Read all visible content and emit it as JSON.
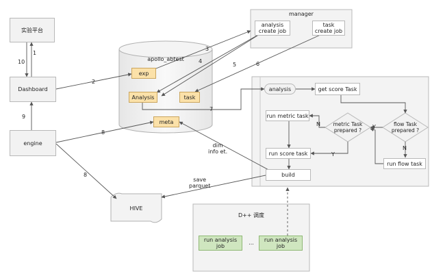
{
  "nodes": {
    "platform": "实验平台",
    "dashboard": "Dashboard",
    "engine": "engine",
    "hive": "HIVE",
    "db_title": "apollo_abtest",
    "exp": "exp",
    "analysis_table": "Analysis",
    "task_table": "task",
    "meta": "meta",
    "manager_title": "manager",
    "analysis_create_job": "analysis\ncreate job",
    "task_create_job": "task\ncreate job",
    "analysis_pill": "analysis",
    "get_score_task": "get score Task",
    "run_metric_task": "run metric task",
    "metric_decision": "metric Task\nprepared ?",
    "flow_decision": "flow Task\nprepared ?",
    "run_score_task": "run score task",
    "run_flow_task": "run flow task",
    "build": "build",
    "dpp_title": "D++ 调度",
    "run_job_1": "run analysis job",
    "ellipsis": "...",
    "run_job_2": "run analysis job"
  },
  "edge_labels": {
    "e1": "1",
    "e10": "10",
    "e9": "9",
    "e2": "2",
    "e3": "3",
    "e4": "4",
    "e5": "5",
    "e6": "6",
    "e7": "7",
    "e8a": "8",
    "e8b": "8",
    "n_metric": "N",
    "y_metric": "Y",
    "y_flow": "Y",
    "n_flow": "N",
    "dim_info": "dim\ninfo et.",
    "save_parquet": "save\nparquet"
  },
  "colors": {
    "table_fill": "#fbe1a9",
    "job_fill": "#cfe6bf",
    "box_fill": "#f2f2f2",
    "line": "#555555"
  }
}
